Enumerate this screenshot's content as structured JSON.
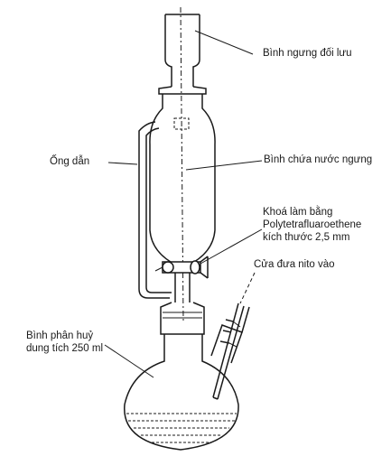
{
  "labels": {
    "reflux_condenser": "Bình ngưng đối lưu",
    "side_tube": "Ống dẫn",
    "condensate_reservoir": "Bình chứa nước ngưng",
    "stopcock_line1": "Khoá làm bằng",
    "stopcock_line2": "Polytetrafluaroethene",
    "stopcock_line3": "kích thước 2,5 mm",
    "nitrogen_inlet": "Cửa đưa nito vào",
    "flask_line1": "Bình phân huỷ",
    "flask_line2": "dung tích 250 ml"
  }
}
